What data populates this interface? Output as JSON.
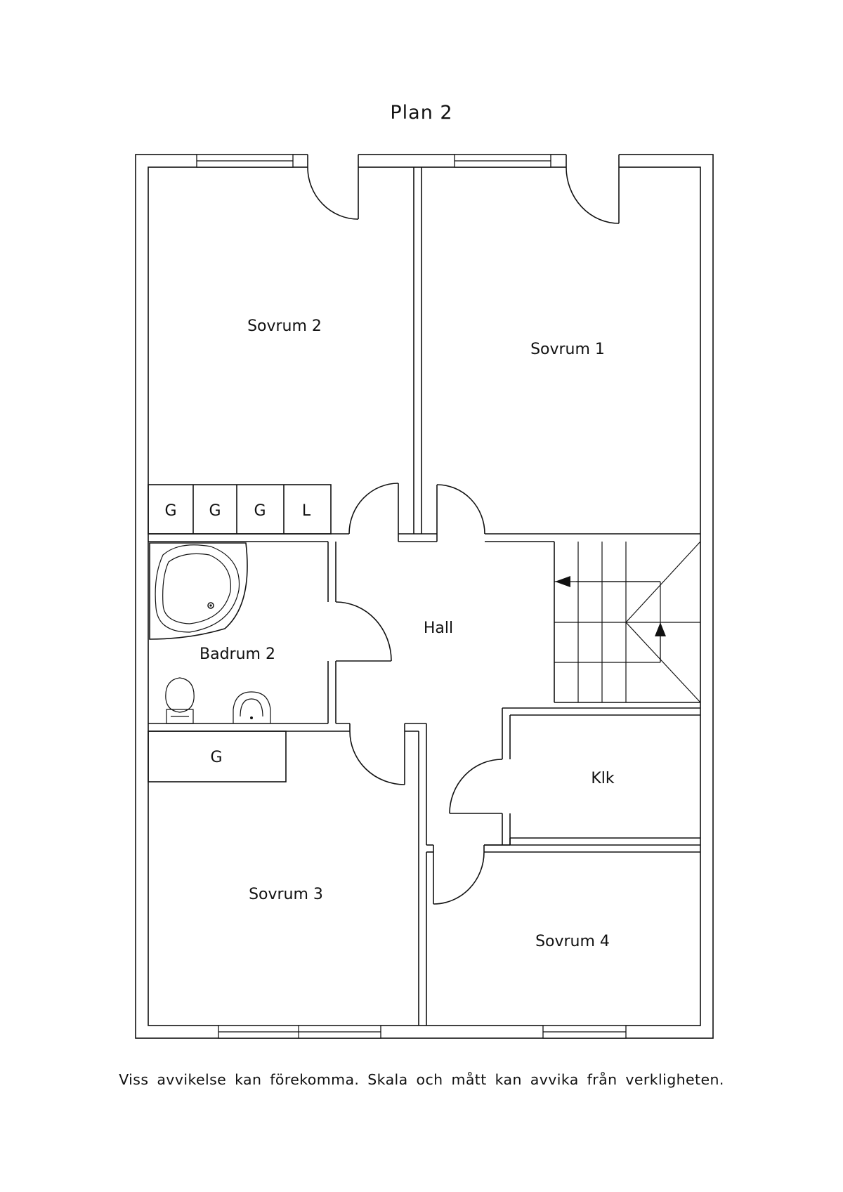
{
  "title": "Plan  2",
  "rooms": {
    "sovrum2": "Sovrum 2",
    "sovrum1": "Sovrum 1",
    "hall": "Hall",
    "badrum2": "Badrum 2",
    "klk": "Klk",
    "sovrum3": "Sovrum 3",
    "sovrum4": "Sovrum 4"
  },
  "closets": {
    "c1": "G",
    "c2": "G",
    "c3": "G",
    "c4": "L",
    "c5": "G"
  },
  "disclaimer": "Viss avvikelse kan förekomma. Skala och mått kan avvika från verkligheten."
}
